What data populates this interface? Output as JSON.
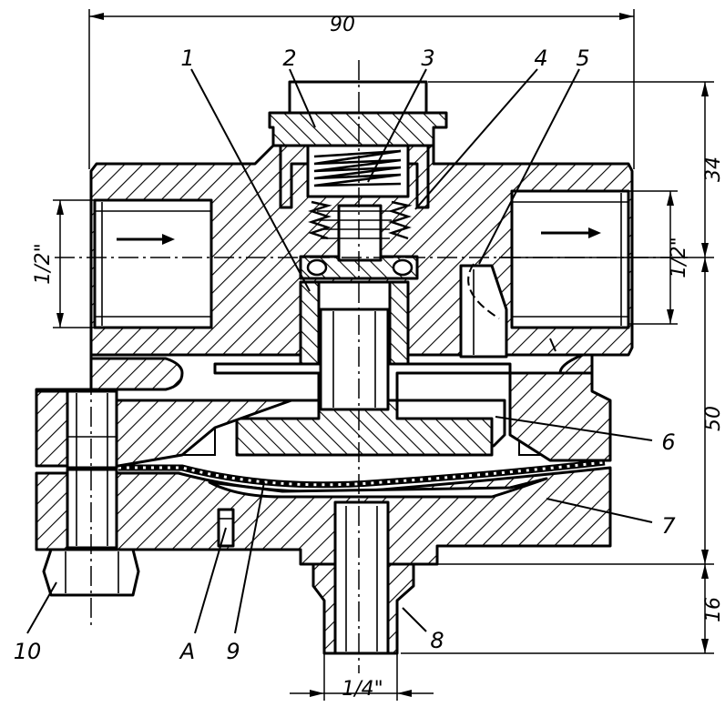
{
  "dimensions": {
    "overall_width": "90",
    "top_height": "34",
    "lower_height": "50",
    "bottom_height": "16",
    "inlet_port": "1/2\"",
    "outlet_port": "1/2\"",
    "drain_port": "1/4\""
  },
  "part_labels": {
    "p1": "1",
    "p2": "2",
    "p3": "3",
    "p4": "4",
    "p5": "5",
    "p6": "6",
    "p7": "7",
    "p8": "8",
    "p9": "9",
    "p10": "10",
    "pA": "A"
  }
}
